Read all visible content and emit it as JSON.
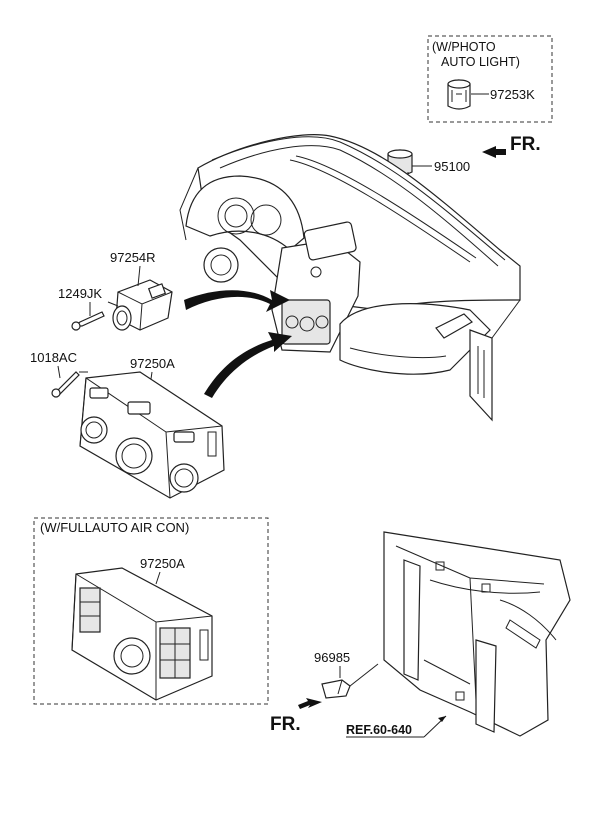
{
  "option_photo": {
    "line1": "(W/PHOTO",
    "line2": "AUTO LIGHT)"
  },
  "option_fullauto": {
    "label": "(W/FULLAUTO AIR CON)"
  },
  "parts": {
    "p97253K": "97253K",
    "p95100": "95100",
    "p97254R": "97254R",
    "p1249JK": "1249JK",
    "p1018AC": "1018AC",
    "p97250A": "97250A",
    "p97250A_full": "97250A",
    "p96985": "96985"
  },
  "front_top": "FR.",
  "front_bottom": "FR.",
  "reference": "REF.60-640"
}
